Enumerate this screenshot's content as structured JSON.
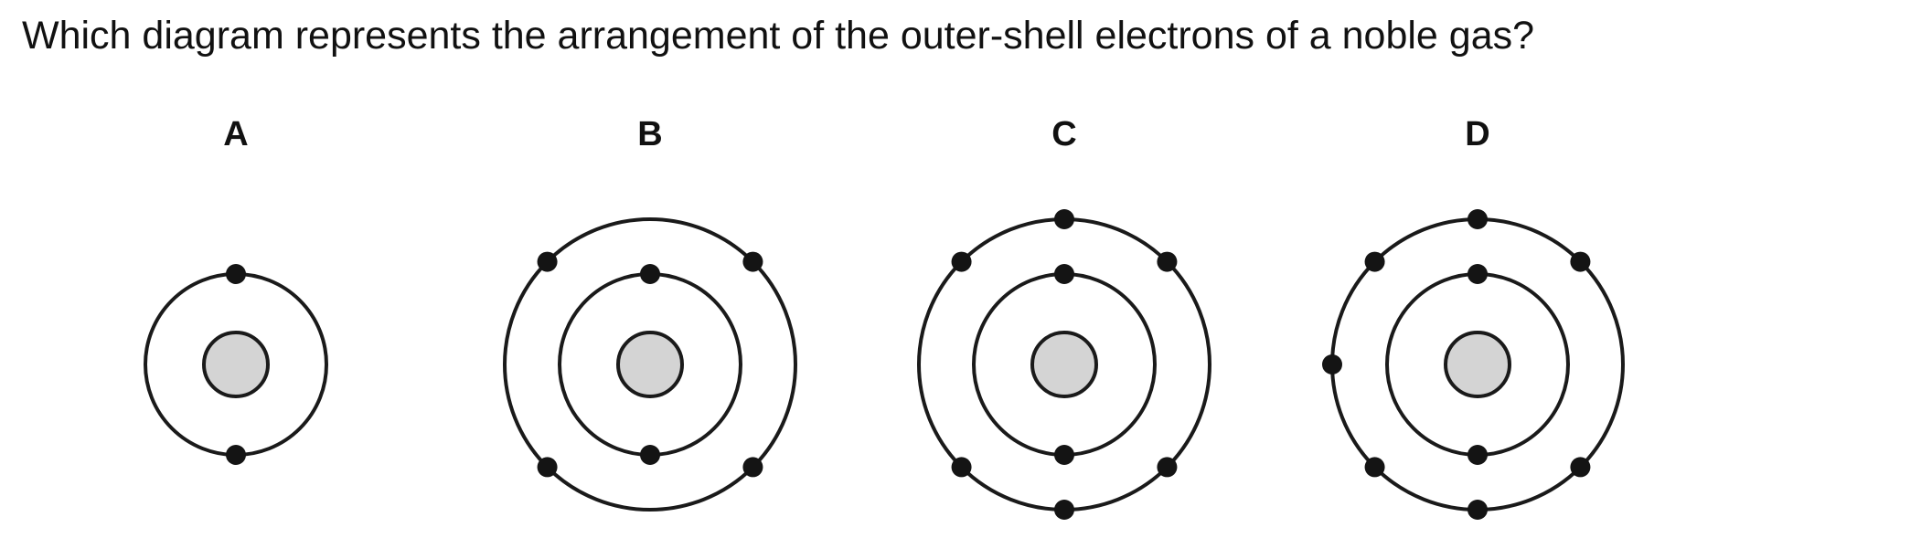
{
  "question": {
    "text": "Which diagram represents the arrangement of the outer-shell electrons of a noble gas?"
  },
  "options": [
    {
      "label": "A",
      "shells": [
        {
          "electrons": 2,
          "angles": [
            90,
            270
          ]
        }
      ]
    },
    {
      "label": "B",
      "shells": [
        {
          "electrons": 2,
          "angles": [
            90,
            270
          ]
        },
        {
          "electrons": 4,
          "angles": [
            45,
            135,
            225,
            315
          ]
        }
      ]
    },
    {
      "label": "C",
      "shells": [
        {
          "electrons": 2,
          "angles": [
            90,
            270
          ]
        },
        {
          "electrons": 6,
          "angles": [
            45,
            90,
            135,
            225,
            270,
            315
          ]
        }
      ]
    },
    {
      "label": "D",
      "shells": [
        {
          "electrons": 2,
          "angles": [
            90,
            270
          ]
        },
        {
          "electrons": 7,
          "angles": [
            45,
            90,
            135,
            180,
            225,
            270,
            315
          ]
        }
      ]
    }
  ],
  "colors": {
    "nucleus": "#d4d4d4",
    "line": "#1a1a1a",
    "electron": "#141414"
  }
}
